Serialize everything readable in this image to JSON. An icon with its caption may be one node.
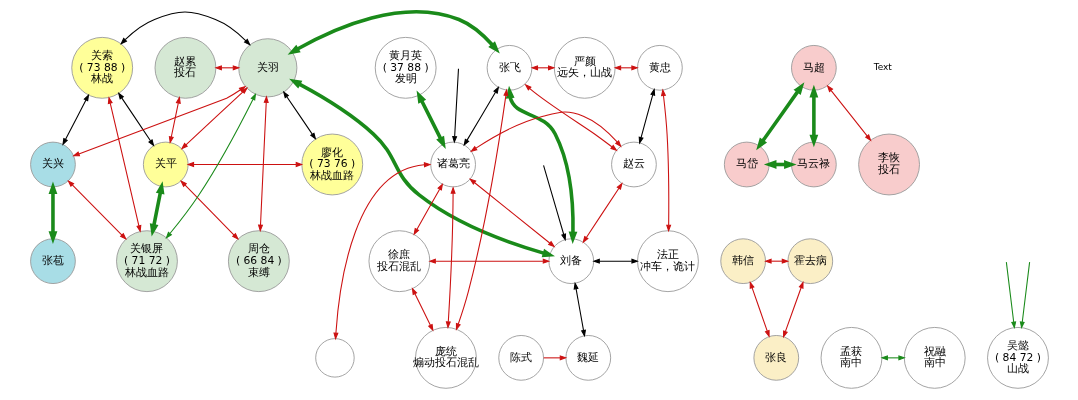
{
  "diagram": {
    "nodes": [
      {
        "text": [
          "关索",
          "( 73 88 ) 林战"
        ]
      },
      {
        "text": [
          "赵累",
          "投石"
        ]
      },
      {
        "text": [
          "关羽"
        ]
      },
      {
        "text": [
          "关兴"
        ]
      },
      {
        "text": [
          "关平"
        ]
      },
      {
        "text": [
          "廖化",
          "( 73 76 ) 林战血路"
        ]
      },
      {
        "text": [
          "张苞"
        ]
      },
      {
        "text": [
          "关银屏",
          "( 71 72 ) 林战血路"
        ]
      },
      {
        "text": [
          "周仓",
          "( 66 84 ) 束缚"
        ]
      },
      {
        "text": [
          "黄月英",
          "( 37 88 ) 发明"
        ]
      },
      {
        "text": [
          "诸葛亮"
        ]
      },
      {
        "text": [
          "张飞"
        ]
      },
      {
        "text": [
          "严颜",
          "远矢，山战"
        ]
      },
      {
        "text": [
          "黄忠"
        ]
      },
      {
        "text": [
          "赵云"
        ]
      },
      {
        "text": [
          "法正",
          "冲车，诡计"
        ]
      },
      {
        "text": [
          "刘备"
        ]
      },
      {
        "text": [
          "徐庶",
          "投石混乱"
        ]
      },
      {
        "text": [
          "庞统",
          "煽动投石混乱"
        ]
      },
      {
        "text": [
          "孟获",
          "南中"
        ]
      },
      {
        "text": [
          "祝融",
          "南中"
        ]
      },
      {
        "text": [
          "吴懿",
          "( 84 72 ) 山战"
        ]
      },
      {
        "text": [],
        "shape": "circle"
      },
      {
        "text": [
          "魏延"
        ]
      },
      {
        "text": [
          "陈式"
        ]
      },
      {
        "text": [
          "马超"
        ]
      },
      {
        "text": [
          "马岱"
        ]
      },
      {
        "text": [
          "马云禄"
        ]
      },
      {
        "text": [
          "李恢",
          "投石"
        ]
      },
      {
        "text": [
          "韩信"
        ]
      },
      {
        "text": [
          "霍去病"
        ]
      },
      {
        "text": [
          "张良"
        ]
      }
    ],
    "edges": [
      {
        "from": 0,
        "to": 3,
        "arrow": "both",
        "color": "#000000"
      },
      {
        "from": 0,
        "to": 2,
        "arrow": "both",
        "color": "#000000"
      },
      {
        "from": 0,
        "to": 4,
        "arrow": "both",
        "color": "#000000"
      },
      {
        "from": 2,
        "to": 5,
        "arrow": "both",
        "color": "#000000"
      },
      {
        "from": 1,
        "to": 2,
        "arrow": "both"
      },
      {
        "from": 1,
        "to": 4,
        "arrow": "both"
      },
      {
        "from": 2,
        "to": 3,
        "arrow": "both"
      },
      {
        "from": 2,
        "to": 4,
        "arrow": "both"
      },
      {
        "from": 3,
        "to": 7,
        "arrow": "both"
      },
      {
        "from": 0,
        "to": 7,
        "arrow": "both"
      },
      {
        "from": 4,
        "to": 5,
        "arrow": "both"
      },
      {
        "from": 4,
        "to": 8,
        "arrow": "both"
      },
      {
        "from": 2,
        "to": 8,
        "arrow": "both"
      },
      {
        "from": 3,
        "to": 6,
        "arrow": "both",
        "style": "thick",
        "color": "#1a8a1a"
      },
      {
        "from": 7,
        "to": 4,
        "arrow": "both",
        "style": "thick",
        "color": "#1a8a1a"
      },
      {
        "from": 7,
        "to": 2,
        "arrow": "both",
        "color": "#1a8a1a"
      },
      {
        "from": 2,
        "to": 11,
        "arrow": "both",
        "style": "thick",
        "color": "#1a8a1a"
      },
      {
        "from": 2,
        "to": 16,
        "arrow": "both",
        "style": "thick",
        "color": "#1a8a1a"
      },
      {
        "from": 9,
        "to": 10,
        "arrow": "both",
        "style": "thick",
        "color": "#1a8a1a"
      },
      {
        "from": 11,
        "to": 16,
        "arrow": "both",
        "style": "thick",
        "color": "#1a8a1a"
      },
      {
        "from": 11,
        "to": 10,
        "arrow": "both",
        "color": "#000000"
      },
      {
        "from": 10,
        "to": 17,
        "arrow": "both"
      },
      {
        "from": 10,
        "to": 18,
        "arrow": "both"
      },
      {
        "from": 11,
        "to": 18,
        "arrow": "both"
      },
      {
        "from": 10,
        "to": 22,
        "arrow": "both"
      },
      {
        "from": 10,
        "to": 16,
        "arrow": "both"
      },
      {
        "from": 10,
        "to": 14,
        "arrow": "both"
      },
      {
        "from": 17,
        "to": 16,
        "arrow": "both"
      },
      {
        "from": 17,
        "to": 18,
        "arrow": "both"
      },
      {
        "from": null,
        "to": 10,
        "arrow": "to",
        "color": "#000000"
      },
      {
        "from": null,
        "to": 16,
        "arrow": "to",
        "color": "#000000"
      },
      {
        "from": 11,
        "to": 12,
        "arrow": "both"
      },
      {
        "from": 12,
        "to": 13,
        "arrow": "both"
      },
      {
        "from": 11,
        "to": 14,
        "arrow": "both"
      },
      {
        "from": 13,
        "to": 14,
        "arrow": "both",
        "color": "#000000"
      },
      {
        "from": 14,
        "to": 16,
        "arrow": "both"
      },
      {
        "from": 13,
        "to": 15,
        "arrow": "both"
      },
      {
        "from": 16,
        "to": 15,
        "arrow": "both",
        "color": "#000000"
      },
      {
        "from": 16,
        "to": 23,
        "arrow": "both",
        "color": "#000000"
      },
      {
        "from": 24,
        "to": 23,
        "arrow": "to"
      },
      {
        "from": 19,
        "to": 20,
        "arrow": "both",
        "color": "#1a8a1a"
      },
      {
        "from": null,
        "to": 21,
        "arrow": "to",
        "color": "#1a8a1a"
      },
      {
        "from": null,
        "to": 21,
        "arrow": "to",
        "color": "#1a8a1a"
      },
      {
        "from": 25,
        "to": 26,
        "arrow": "both",
        "style": "thick",
        "color": "#1a8a1a"
      },
      {
        "from": 25,
        "to": 27,
        "arrow": "both",
        "style": "thick",
        "color": "#1a8a1a"
      },
      {
        "from": 26,
        "to": 27,
        "arrow": "both",
        "style": "thick",
        "color": "#1a8a1a"
      },
      {
        "from": 25,
        "to": 28,
        "arrow": "both"
      },
      {
        "from": 29,
        "to": 30,
        "arrow": "both"
      },
      {
        "from": 29,
        "to": 31,
        "arrow": "both"
      },
      {
        "from": 30,
        "to": 31,
        "arrow": "both"
      }
    ],
    "labels": [
      "Text"
    ]
  }
}
